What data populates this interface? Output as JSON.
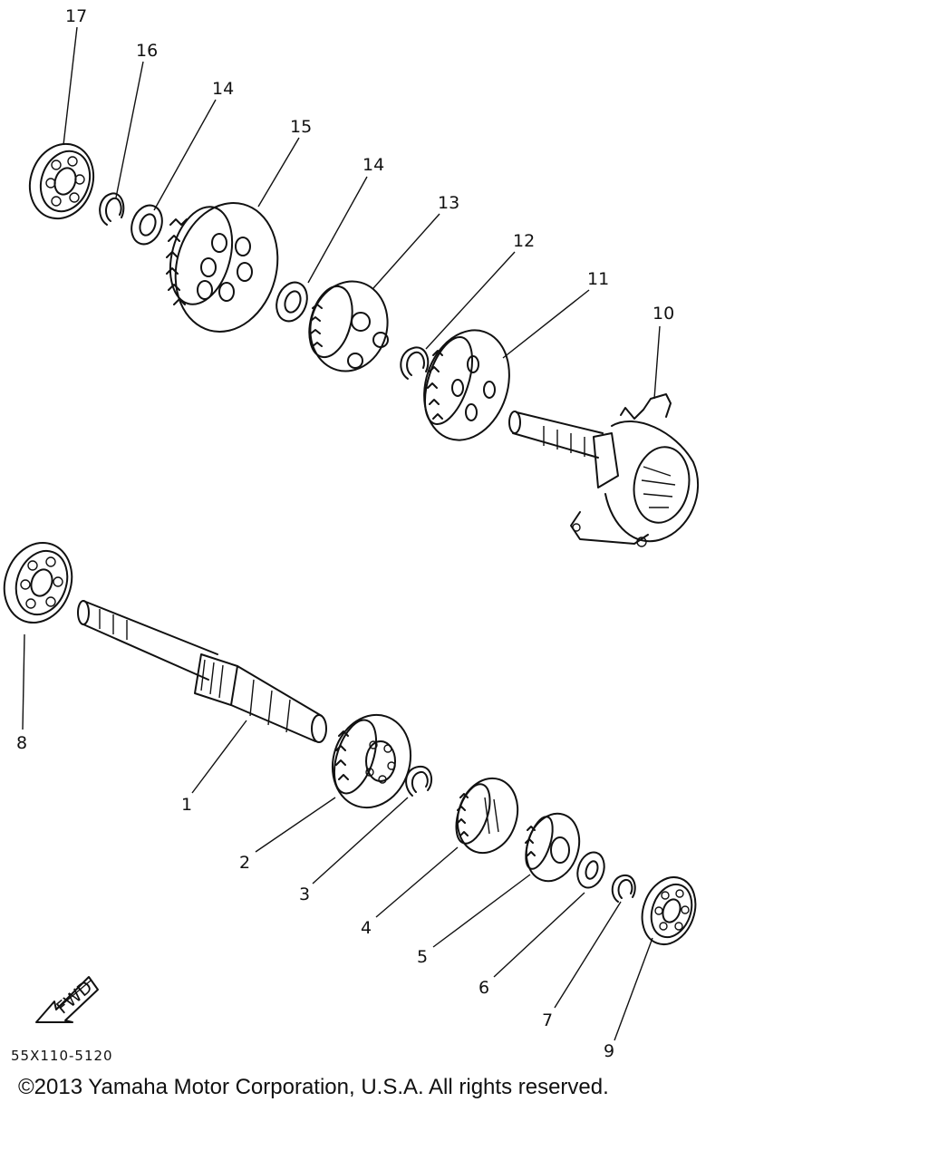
{
  "diagram": {
    "code": "55X110-5120",
    "copyright": "©2013 Yamaha Motor Corporation, U.S.A. All rights reserved.",
    "fwd_label": "FWD",
    "callouts": {
      "c1": "1",
      "c2": "2",
      "c3": "3",
      "c4": "4",
      "c5": "5",
      "c6": "6",
      "c7": "7",
      "c8": "8",
      "c9": "9",
      "c10": "10",
      "c11": "11",
      "c12": "12",
      "c13": "13",
      "c14a": "14",
      "c14b": "14",
      "c15": "15",
      "c16": "16",
      "c17": "17"
    }
  }
}
